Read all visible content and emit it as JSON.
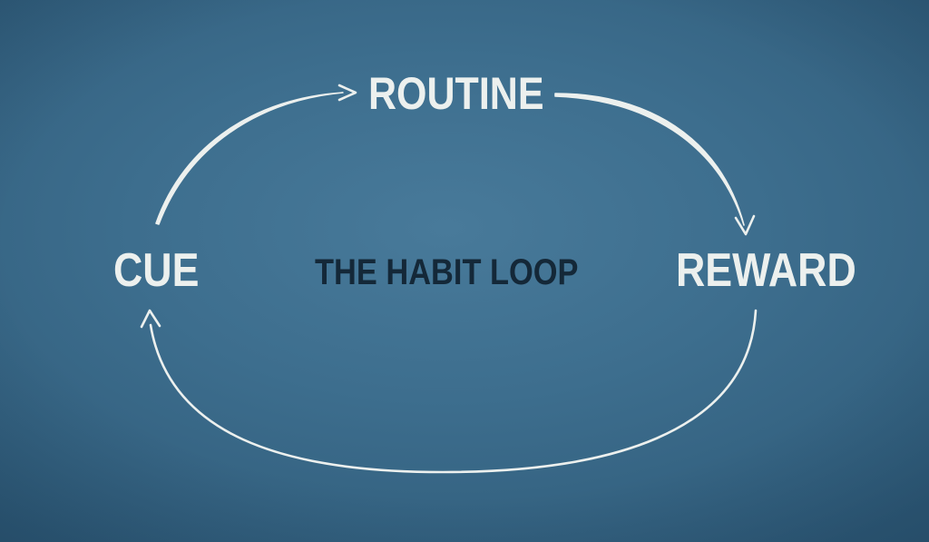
{
  "diagram": {
    "title": "THE HABIT LOOP",
    "nodes": {
      "routine": "ROUTINE",
      "reward": "REWARD",
      "cue": "CUE"
    },
    "edges": [
      {
        "from": "cue",
        "to": "routine"
      },
      {
        "from": "routine",
        "to": "reward"
      },
      {
        "from": "reward",
        "to": "cue"
      }
    ]
  },
  "colors": {
    "background": "#3d6e8e",
    "node_text": "#ecf0ee",
    "title_text": "#142838",
    "arrow": "#ecf0ee"
  }
}
